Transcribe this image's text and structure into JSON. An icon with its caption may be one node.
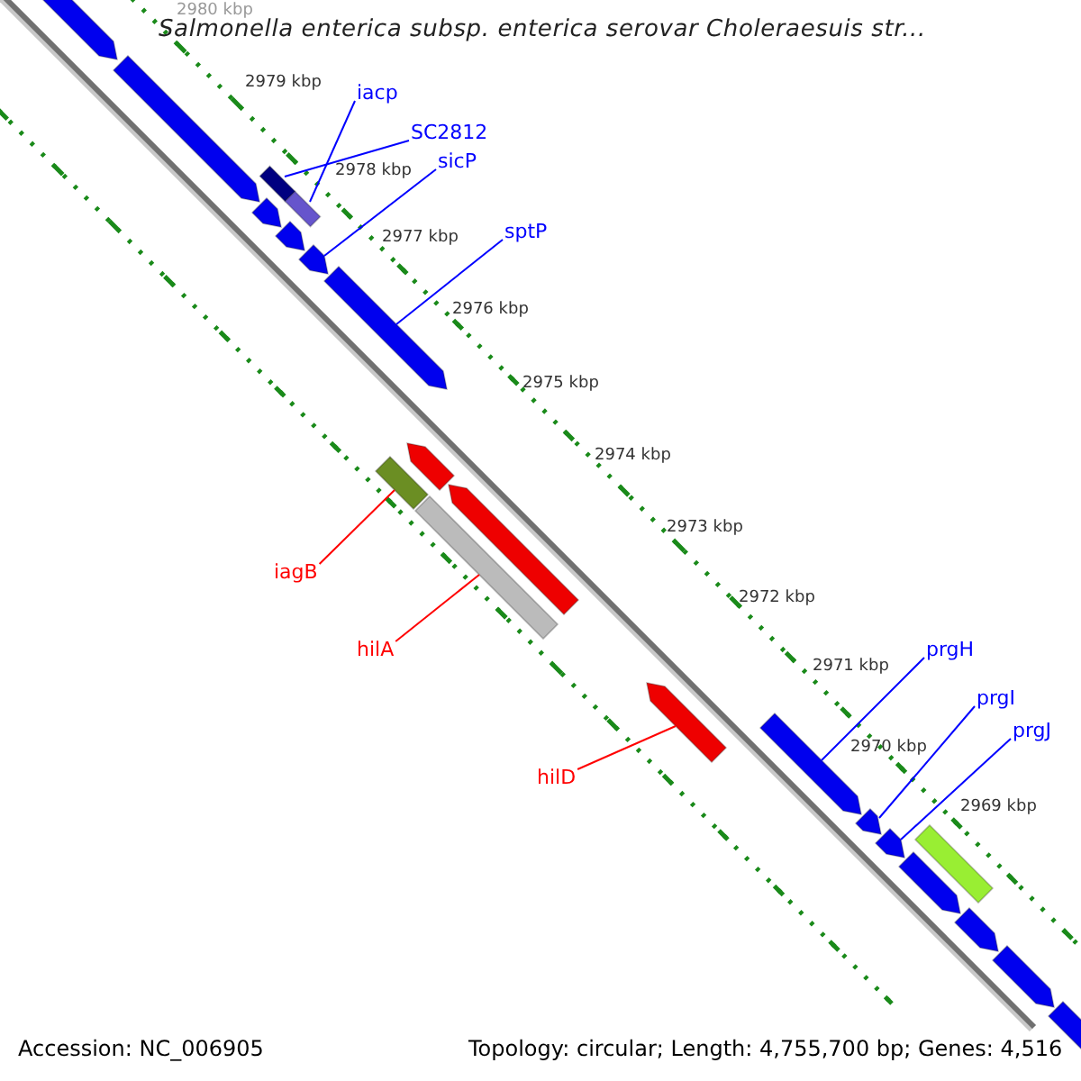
{
  "diagram": {
    "title": "Salmonella enterica subsp. enterica serovar Choleraesuis str...",
    "nodes": [
      {
        "text": [
          "iacp"
        ]
      },
      {
        "text": [
          "SC2812"
        ]
      },
      {
        "text": [
          "sicP"
        ]
      },
      {
        "text": [
          "sptP"
        ]
      },
      {
        "text": [
          "iagB"
        ]
      },
      {
        "text": [
          "hilA"
        ]
      },
      {
        "text": [
          "hilD"
        ]
      },
      {
        "text": [
          "prgH"
        ]
      },
      {
        "text": [
          "prgI"
        ]
      },
      {
        "text": [
          "prgJ"
        ]
      },
      {
        "text": [],
        "shape": "arrow"
      },
      {
        "text": [],
        "shape": "arrow"
      },
      {
        "text": [],
        "shape": "box"
      },
      {
        "text": [],
        "shape": "box"
      },
      {
        "text": [],
        "shape": "arrow"
      },
      {
        "text": [],
        "shape": "arrow"
      },
      {
        "text": [],
        "shape": "arrow"
      },
      {
        "text": [],
        "shape": "arrow"
      },
      {
        "text": [],
        "shape": "box"
      },
      {
        "text": [],
        "shape": "arrow"
      },
      {
        "text": [],
        "shape": "box"
      },
      {
        "text": [],
        "shape": "arrow"
      },
      {
        "text": [],
        "shape": "arrow"
      },
      {
        "text": [],
        "shape": "arrow"
      },
      {
        "text": [],
        "shape": "arrow"
      },
      {
        "text": [],
        "shape": "arrow"
      },
      {
        "text": [],
        "shape": "box"
      },
      {
        "text": [],
        "shape": "arrow"
      },
      {
        "text": [],
        "shape": "arrow"
      },
      {
        "text": [],
        "shape": "arrow"
      },
      {
        "text": [],
        "shape": "arrow"
      }
    ],
    "edges": [
      {
        "from": 0,
        "to": 13,
        "arrow": "none"
      },
      {
        "from": 1,
        "to": 12,
        "arrow": "none"
      },
      {
        "from": 2,
        "to": 16,
        "arrow": "none"
      },
      {
        "from": 3,
        "to": 17,
        "arrow": "none"
      },
      {
        "from": 4,
        "to": 18,
        "arrow": "none",
        "color": "#ff0000"
      },
      {
        "from": 5,
        "to": 20,
        "arrow": "none",
        "color": "#ff0000"
      },
      {
        "from": 6,
        "to": 22,
        "arrow": "none",
        "color": "#ff0000"
      },
      {
        "from": 7,
        "to": 23,
        "arrow": "none"
      },
      {
        "from": 8,
        "to": 24,
        "arrow": "none"
      },
      {
        "from": 9,
        "to": 25,
        "arrow": "none"
      }
    ],
    "labels": [
      "2980 kbp",
      "2979 kbp",
      "2978 kbp",
      "2977 kbp",
      "2976 kbp",
      "2975 kbp",
      "2974 kbp",
      "2973 kbp",
      "2972 kbp",
      "2971 kbp",
      "2970 kbp",
      "2969 kbp",
      "Accession: NC_006905",
      "Topology: circular; Length: 4,755,700 bp; Genes: 4,516"
    ]
  }
}
